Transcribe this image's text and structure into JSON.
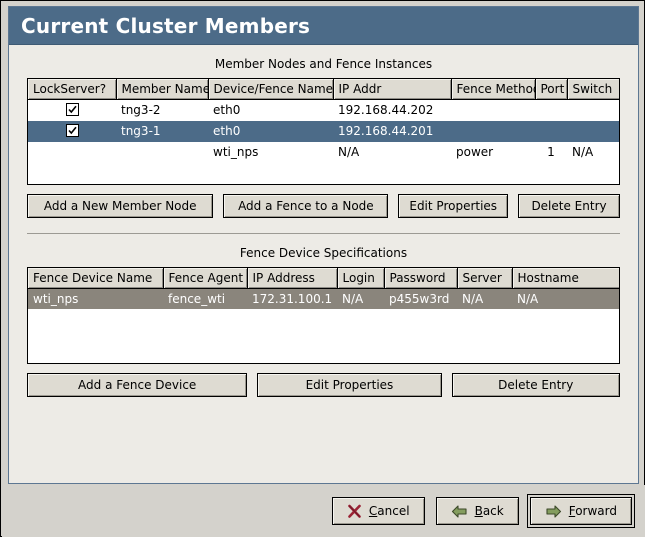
{
  "window": {
    "title": "Current Cluster Members"
  },
  "members_section": {
    "caption": "Member Nodes and Fence Instances",
    "columns": [
      "LockServer?",
      "Member Name",
      "Device/Fence Name",
      "IP Addr",
      "Fence Method",
      "Port",
      "Switch"
    ],
    "rows": [
      {
        "lockserver": "checked",
        "member_name": "tng3-2",
        "device_fence_name": "eth0",
        "ip_addr": "192.168.44.202",
        "fence_method": "",
        "port": "",
        "switch": "",
        "state": "normal"
      },
      {
        "lockserver": "checked",
        "member_name": "tng3-1",
        "device_fence_name": "eth0",
        "ip_addr": "192.168.44.201",
        "fence_method": "",
        "port": "",
        "switch": "",
        "state": "selected"
      },
      {
        "lockserver": "",
        "member_name": "",
        "device_fence_name": "wti_nps",
        "ip_addr": "N/A",
        "fence_method": "power",
        "port": "1",
        "switch": "N/A",
        "state": "normal"
      }
    ],
    "buttons": [
      {
        "label": "Add a New Member Node"
      },
      {
        "label": "Add a Fence to a Node"
      },
      {
        "label": "Edit Properties"
      },
      {
        "label": "Delete Entry"
      }
    ]
  },
  "fence_section": {
    "caption": "Fence Device Specifications",
    "columns": [
      "Fence Device Name",
      "Fence Agent",
      "IP Address",
      "Login",
      "Password",
      "Server",
      "Hostname"
    ],
    "rows": [
      {
        "fence_device_name": "wti_nps",
        "fence_agent": "fence_wti",
        "ip_address": "172.31.100.1",
        "login": "N/A",
        "password": "p455w3rd",
        "server": "N/A",
        "hostname": "N/A",
        "state": "selected-gray"
      }
    ],
    "buttons": [
      {
        "label": "Add a Fence Device"
      },
      {
        "label": "Edit Properties"
      },
      {
        "label": "Delete Entry"
      }
    ]
  },
  "navbar": {
    "cancel": {
      "label_pre": "",
      "mnemonic": "C",
      "label_post": "ancel",
      "icon": "cancel-x-icon"
    },
    "back": {
      "label_pre": "",
      "mnemonic": "B",
      "label_post": "ack",
      "icon": "arrow-left-icon"
    },
    "forward": {
      "label_pre": "",
      "mnemonic": "F",
      "label_post": "orward",
      "icon": "arrow-right-icon"
    }
  },
  "colors": {
    "titlebar": "#4c6b88",
    "selection_focus": "#4c6b88",
    "selection_unfocus": "#8a857c",
    "panel_bg": "#edebe6",
    "window_bg": "#d4d2cc",
    "arrow_green": "#7f9a55"
  }
}
